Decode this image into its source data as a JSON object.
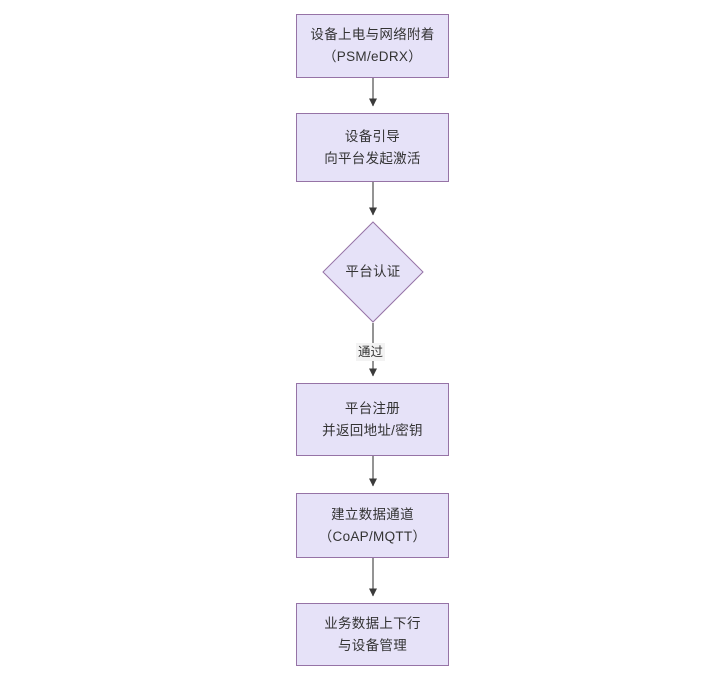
{
  "diagram": {
    "type": "flowchart",
    "direction": "top-to-bottom",
    "theme": {
      "node_fill": "#e6e2f8",
      "node_border": "#9673a6",
      "text_color": "#333333",
      "edge_color": "#4d4d4d",
      "edge_label_bg": "#f3f3f3",
      "background": "#ffffff"
    },
    "nodes": [
      {
        "id": "n1",
        "shape": "rect",
        "line1": "设备上电与网络附着",
        "line2": "（PSM/eDRX）"
      },
      {
        "id": "n2",
        "shape": "rect",
        "line1": "设备引导",
        "line2": "向平台发起激活"
      },
      {
        "id": "n3",
        "shape": "diamond",
        "line1": "平台认证"
      },
      {
        "id": "n4",
        "shape": "rect",
        "line1": "平台注册",
        "line2": "并返回地址/密钥"
      },
      {
        "id": "n5",
        "shape": "rect",
        "line1": "建立数据通道",
        "line2": "（CoAP/MQTT）"
      },
      {
        "id": "n6",
        "shape": "rect",
        "line1": "业务数据上下行",
        "line2": "与设备管理"
      }
    ],
    "edges": [
      {
        "id": "e1",
        "from": "n1",
        "to": "n2",
        "label": ""
      },
      {
        "id": "e2",
        "from": "n2",
        "to": "n3",
        "label": ""
      },
      {
        "id": "e3",
        "from": "n3",
        "to": "n4",
        "label": "通过"
      },
      {
        "id": "e4",
        "from": "n4",
        "to": "n5",
        "label": ""
      },
      {
        "id": "e5",
        "from": "n5",
        "to": "n6",
        "label": ""
      }
    ]
  }
}
